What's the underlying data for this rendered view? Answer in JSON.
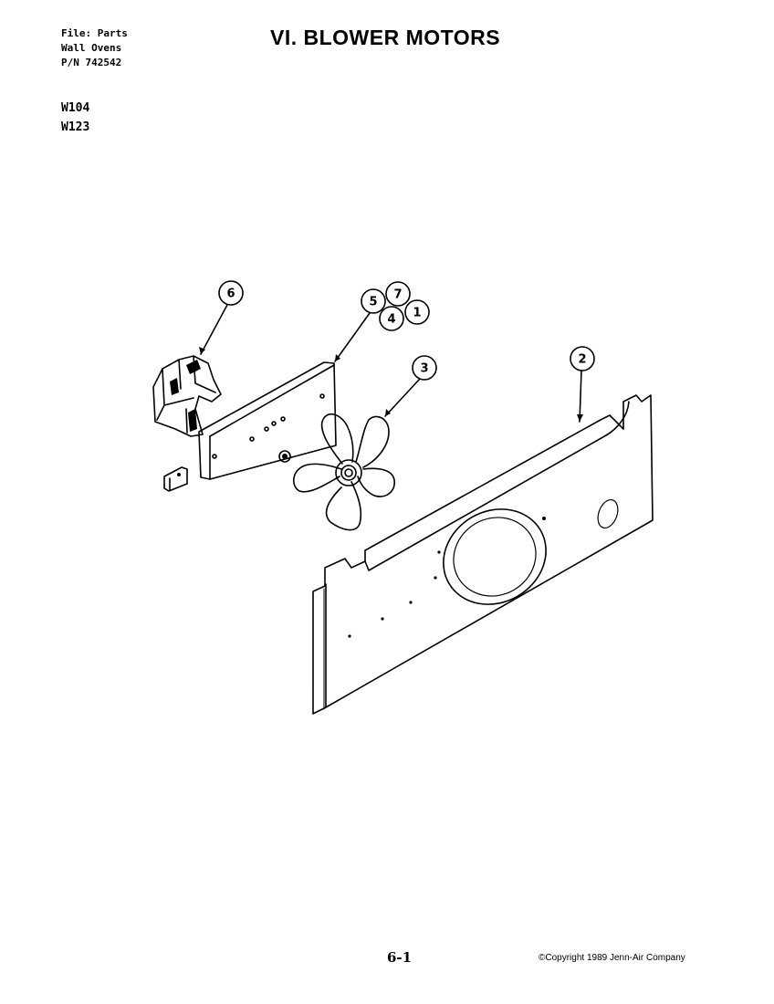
{
  "header": {
    "file_line": "File: Parts",
    "category_line": "Wall Ovens",
    "part_number_line": "P/N 742542"
  },
  "models": [
    "W104",
    "W123"
  ],
  "title": "VI. BLOWER MOTORS",
  "diagram": {
    "callouts": [
      "6",
      "5",
      "7",
      "4",
      "1",
      "3",
      "2"
    ]
  },
  "footer": {
    "page_number": "6-1",
    "copyright": "©Copyright 1989 Jenn-Air Company"
  }
}
